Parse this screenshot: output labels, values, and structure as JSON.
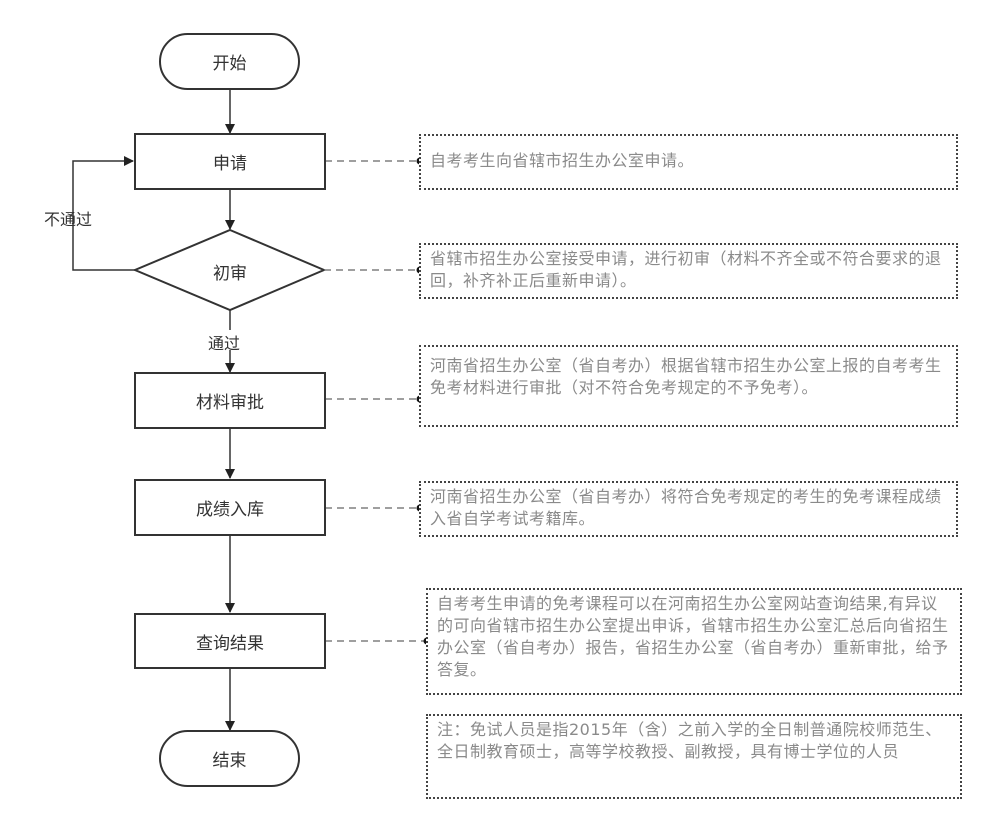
{
  "flowchart": {
    "nodes": {
      "start": "开始",
      "apply": "申请",
      "initial_review": "初审",
      "material_approval": "材料审批",
      "score_storage": "成绩入库",
      "query_result": "查询结果",
      "end": "结束"
    },
    "edge_labels": {
      "fail": "不通过",
      "pass": "通过"
    },
    "notes": {
      "apply": "自考考生向省辖市招生办公室申请。",
      "initial_review": "省辖市招生办公室接受申请，进行初审（材料不齐全或不符合要求的退回，补齐补正后重新申请）。",
      "material_approval": "河南省招生办公室（省自考办）根据省辖市招生办公室上报的自考考生免考材料进行审批（对不符合免考规定的不予免考）。",
      "score_storage": "河南省招生办公室（省自考办）将符合免考规定的考生的免考课程成绩入省自学考试考籍库。",
      "query_result": "自考考生申请的免考课程可以在河南招生办公室网站查询结果,有异议的可向省辖市招生办公室提出申诉，省辖市招生办公室汇总后向省招生办公室（省自考办）报告，省招生办公室（省自考办）重新审批，给予答复。",
      "footnote": "注：免试人员是指2015年（含）之前入学的全日制普通院校师范生、全日制教育硕士，高等学校教授、副教授，具有博士学位的人员"
    }
  },
  "colors": {
    "line": "#333333",
    "note_text": "#8a8a8a"
  }
}
